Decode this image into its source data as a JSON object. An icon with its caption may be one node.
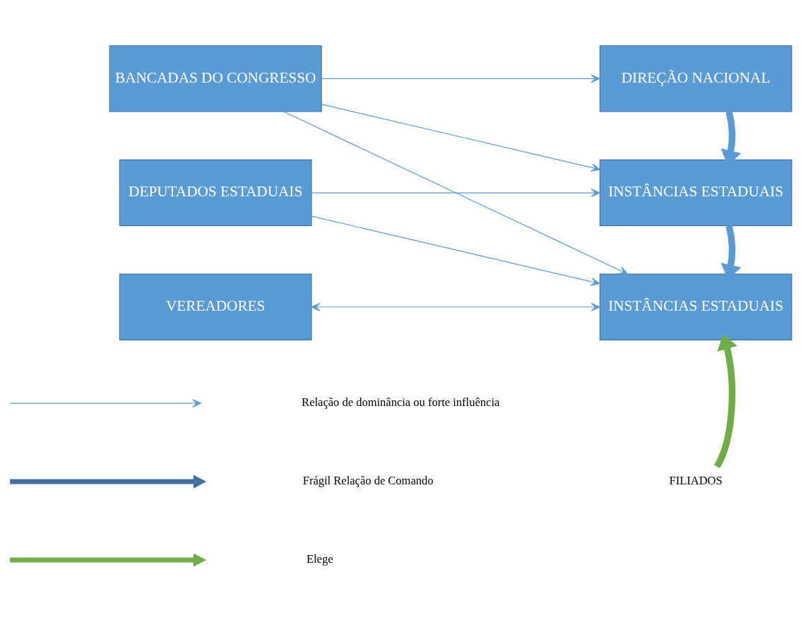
{
  "diagram": {
    "nodes": [
      {
        "text": [
          "BANCADAS DO CONGRESSO"
        ]
      },
      {
        "text": [
          "DIREÇÃO NACIONAL"
        ]
      },
      {
        "text": [
          "DEPUTADOS ESTADUAIS"
        ]
      },
      {
        "text": [
          "INSTÂNCIAS ESTADUAIS"
        ]
      },
      {
        "text": [
          "VEREADORES"
        ]
      },
      {
        "text": [
          "INSTÂNCIAS ESTADUAIS"
        ]
      },
      {
        "text": [
          "FILIADOS"
        ]
      }
    ],
    "edges": [
      {
        "from": 0,
        "to": 1,
        "arrow": "to"
      },
      {
        "from": 0,
        "to": 3,
        "arrow": "to"
      },
      {
        "from": 0,
        "to": 5,
        "arrow": "to"
      },
      {
        "from": 2,
        "to": 3,
        "arrow": "to"
      },
      {
        "from": 2,
        "to": 5,
        "arrow": "to"
      },
      {
        "from": 4,
        "to": 5,
        "arrow": "both"
      },
      {
        "from": 1,
        "to": 3,
        "arrow": "to",
        "style": "thick"
      },
      {
        "from": 3,
        "to": 5,
        "arrow": "to",
        "style": "thick"
      },
      {
        "from": 6,
        "to": 5,
        "arrow": "to",
        "style": "thick",
        "color": "#70ad47"
      }
    ],
    "legend": [
      {
        "text": "Relação de dominância ou forte influência"
      },
      {
        "text": "Frágil Relação de Comando"
      },
      {
        "text": "Elege"
      }
    ]
  }
}
